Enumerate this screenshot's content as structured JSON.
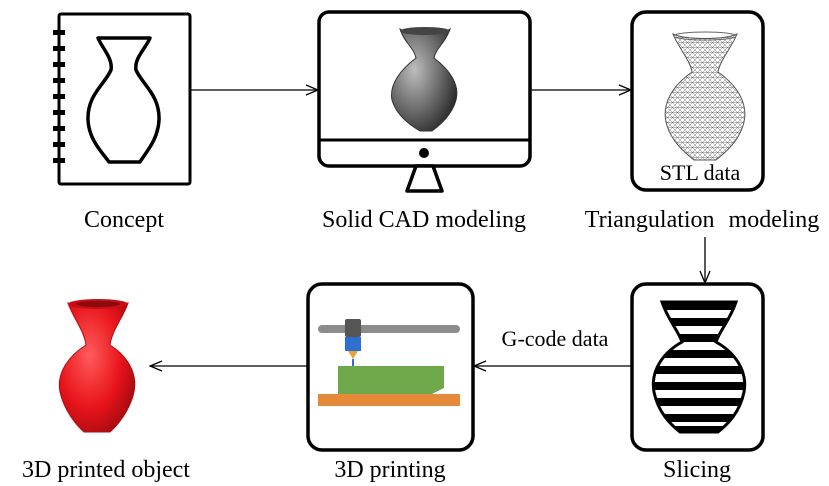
{
  "steps": [
    {
      "id": "concept",
      "label": "Concept"
    },
    {
      "id": "cad",
      "label": "Solid CAD modeling"
    },
    {
      "id": "triangulation",
      "label": "Triangulation  modeling",
      "inner_label": "STL data"
    },
    {
      "id": "slicing",
      "label": "Slicing"
    },
    {
      "id": "printing",
      "label": "3D printing"
    },
    {
      "id": "object",
      "label": "3D printed object"
    }
  ],
  "flow_labels": {
    "slicing_to_printing": "G-code data"
  },
  "colors": {
    "outline": "#000000",
    "cad_vase": "#707070",
    "printed_vase": "#e8141b",
    "printer_rail": "#8c8c8c",
    "printer_head": "#2f6fd1",
    "print_part": "#6fa84a",
    "print_bed": "#e58a3a"
  }
}
